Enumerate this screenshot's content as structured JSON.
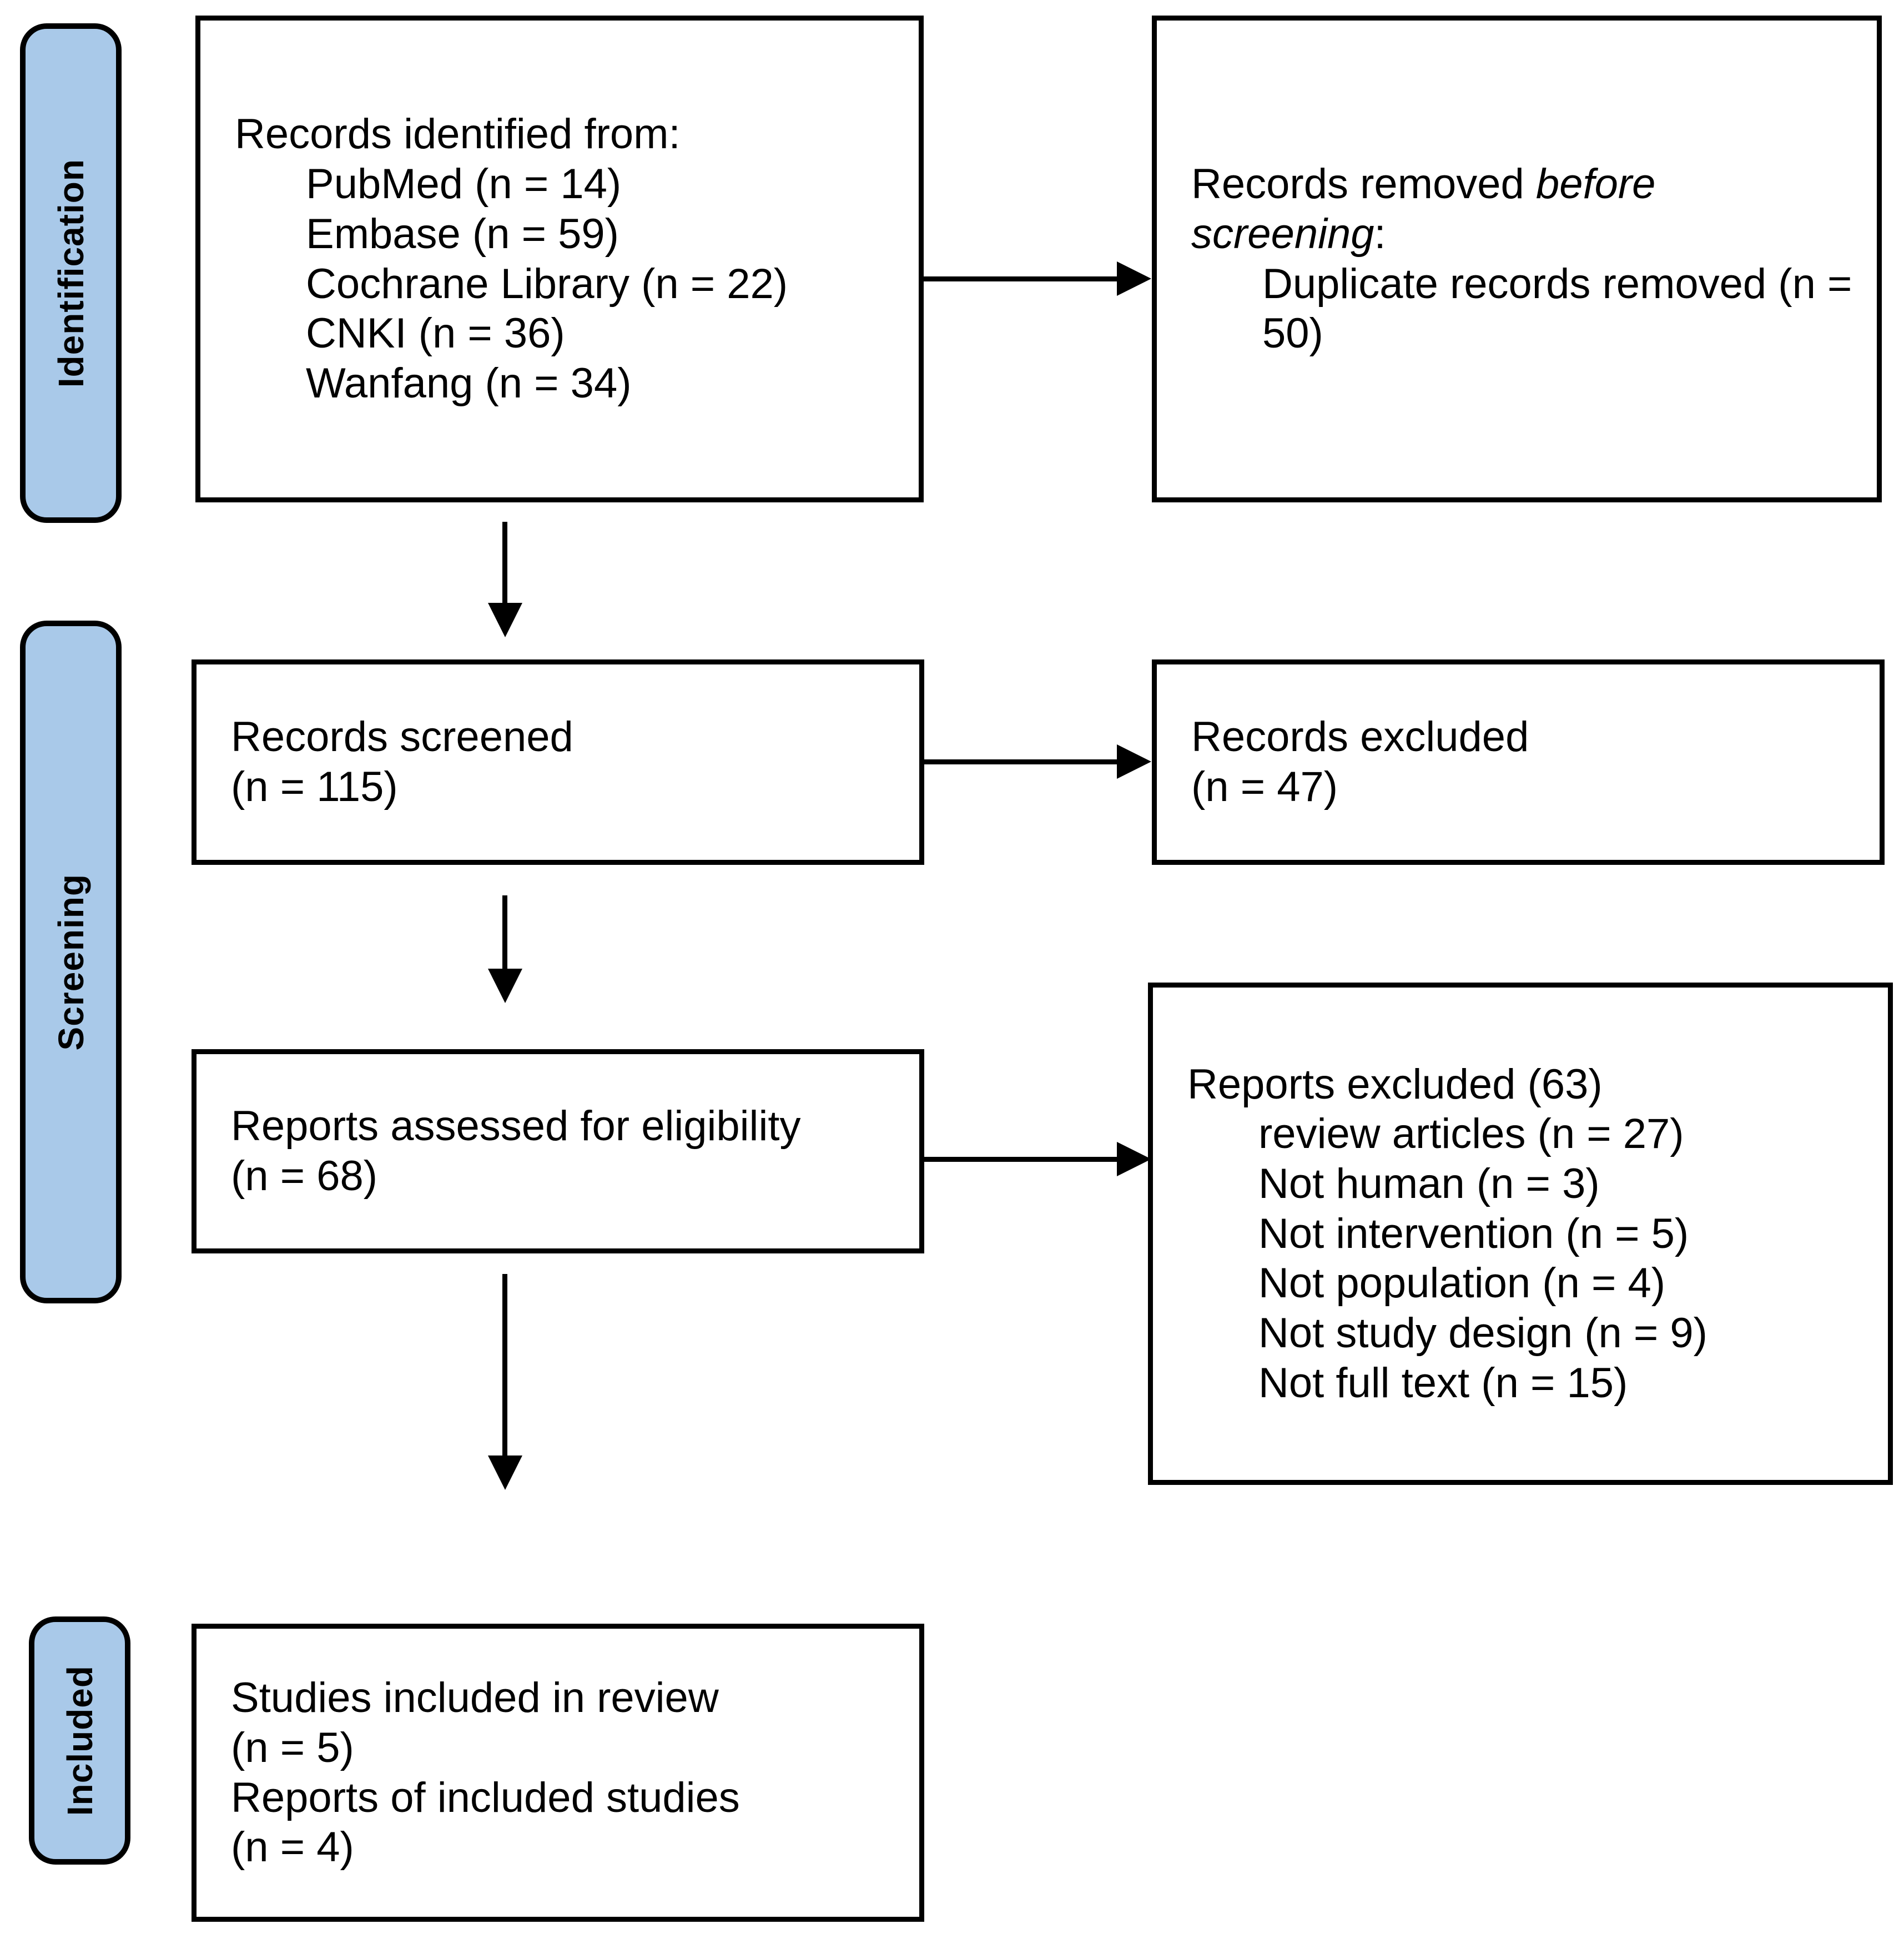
{
  "colors": {
    "stage_fill": "#a9c9e9",
    "border": "#000000"
  },
  "stages": {
    "identification": "Identification",
    "screening": "Screening",
    "included": "Included"
  },
  "boxes": {
    "identified": {
      "title": "Records identified from:",
      "items": [
        "PubMed (n = 14)",
        "Embase (n = 59)",
        "Cochrane Library (n = 22)",
        "CNKI (n = 36)",
        "Wanfang (n = 34)"
      ]
    },
    "removed": {
      "title_prefix": "Records removed ",
      "title_italic": "before screening",
      "title_suffix": ":",
      "items": [
        "Duplicate records removed (n = 50)"
      ]
    },
    "screened": {
      "lines": [
        "Records screened",
        "(n = 115)"
      ]
    },
    "records_excluded": {
      "lines": [
        "Records excluded",
        "(n = 47)"
      ]
    },
    "assessed": {
      "lines": [
        "Reports assessed for eligibility",
        "(n = 68)"
      ]
    },
    "reports_excluded": {
      "title": "Reports excluded (63)",
      "items": [
        "review articles (n = 27)",
        "Not human (n = 3)",
        "Not intervention (n = 5)",
        "Not population (n = 4)",
        "Not study design (n = 9)",
        "Not full text (n = 15)"
      ]
    },
    "included_studies": {
      "lines": [
        "Studies included in review",
        "(n = 5)",
        "Reports of included studies",
        "(n = 4)"
      ]
    }
  }
}
